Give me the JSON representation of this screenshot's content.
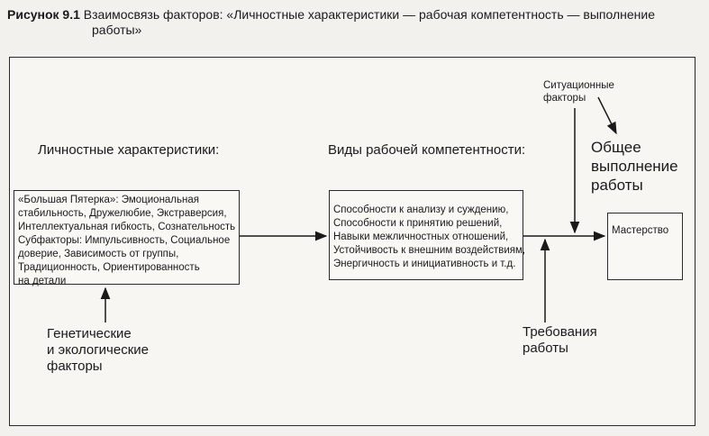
{
  "caption": {
    "number": "Рисунок 9.1",
    "text_line1": "Взаимосвязь факторов: «Личностные характеристики — рабочая компетентность — выполнение",
    "text_line2": "работы»"
  },
  "labels": {
    "personal": "Личностные характеристики:",
    "kinds": "Виды рабочей компетентности:",
    "situational": [
      "Ситуационные",
      "факторы"
    ],
    "overall": [
      "Общее",
      "выполнение",
      "работы"
    ],
    "genetic": [
      "Генетические",
      "и экологические",
      "факторы"
    ],
    "requirements": [
      "Требования",
      "работы"
    ]
  },
  "boxes": {
    "personal": [
      "«Большая Пятерка»: Эмоциональная",
      "стабильность, Дружелюбие, Экстраверсия,",
      "Интеллектуальная гибкость, Сознательность",
      "Субфакторы: Импульсивность, Социальное",
      "доверие, Зависимость от группы,",
      "Традиционность, Ориентированность",
      "на детали"
    ],
    "competence": [
      "Способности к анализу и суждению,",
      "Способности к принятию решений,",
      "Навыки межличностных отношений,",
      "Устойчивость к внешним воздействиям,",
      "Энергичность и инициативность и т.д."
    ],
    "mastery": "Мастерство"
  }
}
